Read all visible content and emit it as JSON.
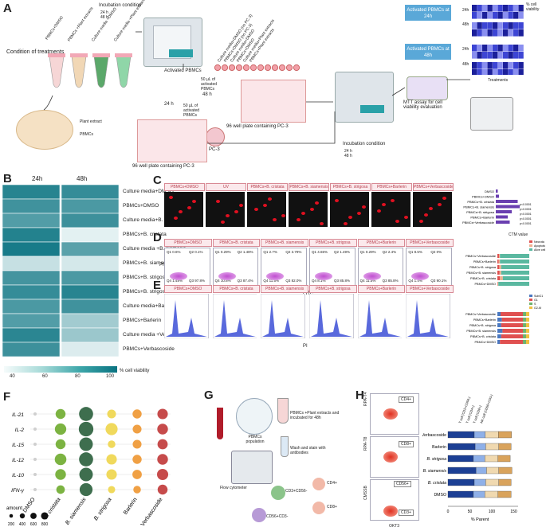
{
  "labels": {
    "A": "A",
    "B": "B",
    "C": "C",
    "D": "D",
    "E": "E",
    "F": "F",
    "G": "G",
    "H": "H"
  },
  "panelA": {
    "condition_title": "Condition of treatments",
    "tubes": [
      "PBMCs+DMSO",
      "PBMCs +Plant extracts",
      "Culture media +DMSO",
      "Culture media +Plant extracts"
    ],
    "incubation1_title": "Incubation condition",
    "incubation1_items": [
      "24 h",
      "48 h"
    ],
    "list_lines": [
      "Culture media+DMSO (no PC-3)",
      "PBMCs+DMSO (no PC-3)",
      "Culture media+DMSO",
      "PBMCs+DMSO",
      "Culture media+Plant extracts",
      "PBMCs+Plant extracts"
    ],
    "activated": "Activated PBMCs",
    "h24": "24 h",
    "h48": "48 h",
    "ul_top": "50 µL of activated PBMCs",
    "ul_bottom": "50 µL of activated PBMCs",
    "pc3": "PC-3",
    "plate1": "96 well plate containing PC-3",
    "plate2": "96 well plate containing PC-3",
    "plant_extract": "Plant extract",
    "pbmcs": "PBMCs",
    "incubation2_title": "Incubation condition",
    "incubation2_items": [
      "24 h",
      "48 h"
    ],
    "mtt": "MTT assay for cell viability evaluation",
    "act24": "Activated PBMCs at 24h",
    "act48": "Activated PBMCs at 48h",
    "hm_24": "24h",
    "hm_48": "48h",
    "treatments": "Treatments",
    "viability": "% cell viability"
  },
  "panelB": {
    "col_24": "24h",
    "col_48": "48h",
    "rows": [
      {
        "label": "Culture media+DMSO",
        "v24": 92,
        "v48": 88
      },
      {
        "label": "PBMCs+DMSO",
        "v24": 85,
        "v48": 82
      },
      {
        "label": "Culture media+B. cristata",
        "v24": 80,
        "v48": 86
      },
      {
        "label": "PBMCs+B. cristata",
        "v24": 93,
        "v48": 40
      },
      {
        "label": "Culture media +B. siamesis",
        "v24": 96,
        "v48": 78
      },
      {
        "label": "PBMCs+B. siamensis",
        "v24": 48,
        "v48": 44
      },
      {
        "label": "PBMCs+B. strigosa",
        "v24": 84,
        "v48": 82
      },
      {
        "label": "PBMCs+B. strigosa",
        "v24": 88,
        "v48": 92
      },
      {
        "label": "Culture media+Barlerin",
        "v24": 82,
        "v48": 85
      },
      {
        "label": "PBMCs+Barlerin",
        "v24": 80,
        "v48": 58
      },
      {
        "label": "Culture media +Verbascoside",
        "v24": 91,
        "v48": 60
      },
      {
        "label": "PBMCs+Verbascoside",
        "v24": 86,
        "v48": 42
      }
    ],
    "scale_ticks": [
      "40",
      "60",
      "80",
      "100"
    ],
    "scale_label": "% cell viability"
  },
  "panelC": {
    "titles": [
      "PBMCs+DMSO",
      "UV",
      "PBMCs+B. cristata",
      "PBMCs+B. siamensis",
      "PBMCs+B. strigosa",
      "PBMCs+Barlerin",
      "PBMCs+Verbascoside"
    ],
    "bar_labels": [
      "DMSO",
      "PBMCs+DMSO",
      "PBMCs+B. cristata",
      "PBMCs+B. siamensis",
      "PBMCs+B. strigosa",
      "PBMCs+Barlerin",
      "PBMCs+Verbascoside"
    ],
    "pvals": [
      "p<0.0001",
      "p<0.0001",
      "p<0.0001",
      "p<0.0001",
      "p<0.0001"
    ],
    "xlabel": "CTM value"
  },
  "panelD": {
    "titles": [
      "PBMCs+DMSO",
      "PBMCs+B. cristata",
      "PBMCs+B. siamensis",
      "PBMCs+B. strigosa",
      "PBMCs+Barlerin",
      "PBMCs+Verbascoside"
    ],
    "quads": [
      [
        "Q1",
        "0.6%",
        "Q2",
        "0.1%",
        "Q4",
        "1.48%",
        "Q3",
        "97.8%"
      ],
      [
        "Q1",
        "0.29%",
        "Q2",
        "1.48%",
        "Q4",
        "10.8%",
        "Q3",
        "87.4%"
      ],
      [
        "Q1",
        "2.7%",
        "Q2",
        "3.79%",
        "Q4",
        "11.5%",
        "Q3",
        "82.0%"
      ],
      [
        "Q1",
        "4.65%",
        "Q2",
        "1.49%",
        "Q4",
        "8.1%",
        "Q3",
        "85.8%"
      ],
      [
        "Q1",
        "0.29%",
        "Q2",
        "2.4%",
        "Q4",
        "11.5%",
        "Q3",
        "85.8%"
      ],
      [
        "Q1",
        "8.5%",
        "Q2",
        "0%",
        "Q4",
        "1.4%",
        "Q3",
        "90.1%"
      ]
    ],
    "ylab": "PI",
    "xlab": "FITC",
    "legend": [
      "Necrotic cell",
      "Apoptotic cell",
      "Alive cell"
    ],
    "bar_labels": [
      "PBMCs+Verbascoside",
      "PBMCs+Barlerin",
      "PBMCs+B. strigosa",
      "PBMCs+B. siamensis",
      "PBMCs+B. cristata",
      "PBMCs+DMSO"
    ],
    "xlabel": "% Parent"
  },
  "panelE": {
    "titles": [
      "PBMCs+DMSO",
      "PBMCs+B. cristata",
      "PBMCs+B. siamensis",
      "PBMCs+B. strigosa",
      "PBMCs+Barlerin",
      "PBMCs+Verbascoside"
    ],
    "xlab": "PI",
    "legend": [
      "SubG1",
      "G1",
      "S",
      "G2-M"
    ],
    "bar_labels": [
      "PBMCs+Verbascoside",
      "PBMCs+Barlerin",
      "PBMCs+B. strigosa",
      "PBMCs+B. siamensis",
      "PBMCs+B. cristata",
      "PBMCs+DMSO"
    ],
    "xlabel": "% Parent"
  },
  "panelF": {
    "rows": [
      "IL-21",
      "IL-2",
      "IL-15",
      "IL-12",
      "IL-10",
      "IFN-γ"
    ],
    "cols": [
      "DMSO",
      "B. cristata",
      "B. siamensis",
      "B. strigosa",
      "Barlerin",
      "Verbascoside"
    ],
    "col_colors": [
      "#cfcfcf",
      "#7cb342",
      "#3e6e4e",
      "#f0d95c",
      "#f0a044",
      "#c64b4b"
    ],
    "sizes": [
      [
        40,
        380,
        760,
        300,
        320,
        420
      ],
      [
        40,
        500,
        820,
        560,
        300,
        440
      ],
      [
        40,
        380,
        700,
        220,
        300,
        400
      ],
      [
        40,
        520,
        760,
        420,
        320,
        440
      ],
      [
        40,
        440,
        700,
        420,
        340,
        480
      ],
      [
        40,
        280,
        640,
        200,
        220,
        380
      ]
    ],
    "amount_title": "amount",
    "amount_ticks": [
      "200",
      "400",
      "600",
      "800"
    ]
  },
  "panelG": {
    "population": "PBMCs population",
    "step1": "PBMCs +Plant extracts and incubated for 48h",
    "step2": "Wash and stain with antibodies",
    "cytometer": "Flow cytometer",
    "c1": "CD3+CD56-",
    "c2": "CD4+",
    "c3": "CD8+",
    "c4": "CD56+CD3-"
  },
  "panelH": {
    "plot_labels": [
      "CD4+",
      "CD8+",
      "CD56+",
      "CD3+"
    ],
    "ylabs": [
      "RPA-T4",
      "RPA-T8",
      "CMSSB"
    ],
    "xlab": "OKT3",
    "legend": [
      "T cell (CD3+CD56-)",
      "T cell (CD4+)",
      "T cell (CD8+)",
      "NK cell (CD56+CD3-)"
    ],
    "bar_labels": [
      "Verbascoside",
      "Barlerin",
      "B. strigosa",
      "B. siamensis",
      "B. cristata",
      "DMSO"
    ],
    "ticks": [
      "0",
      "50",
      "100",
      "150"
    ],
    "xlabel": "% Parent"
  }
}
